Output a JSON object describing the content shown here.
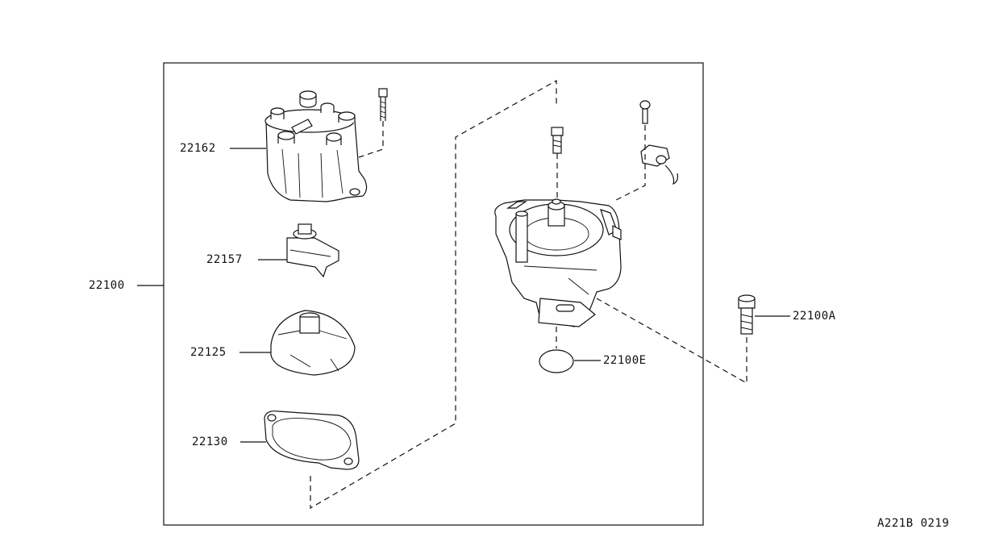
{
  "diagram": {
    "assembly_number": "22100",
    "parts": [
      {
        "number": "22162"
      },
      {
        "number": "22157"
      },
      {
        "number": "22125"
      },
      {
        "number": "22130"
      },
      {
        "number": "22100A"
      },
      {
        "number": "22100E"
      }
    ],
    "drawing_code": "A221B 0219"
  }
}
